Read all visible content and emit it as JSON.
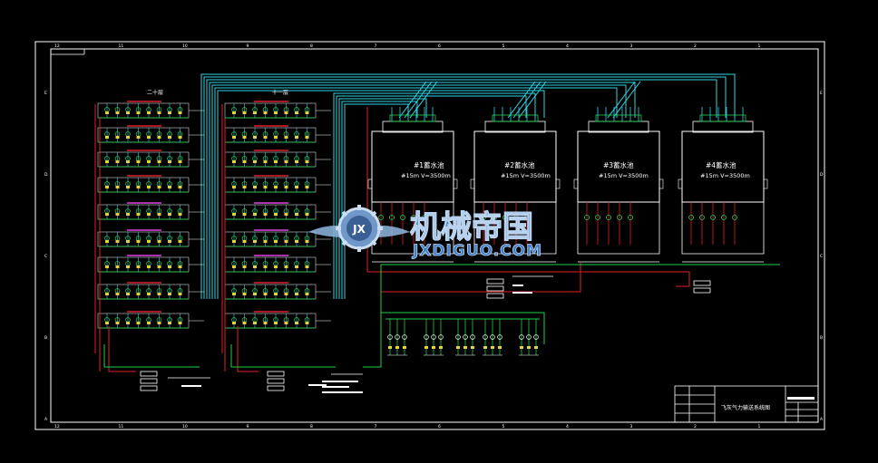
{
  "colors": {
    "background": "#000000",
    "frame": "#ffffff",
    "cyan": "#2fd5e6",
    "green": "#1fd04a",
    "red": "#e0202a",
    "magenta": "#e040e0",
    "yellow": "#e6d23a",
    "watermark_blue": "#3f7fc8"
  },
  "border_ruler": {
    "top": [
      "12",
      "11",
      "10",
      "9",
      "8",
      "7",
      "6",
      "5",
      "4",
      "3",
      "2",
      "1"
    ],
    "bottom": [
      "12",
      "11",
      "10",
      "9",
      "8",
      "7",
      "6",
      "5",
      "4",
      "3",
      "2",
      "1"
    ],
    "side": [
      "E",
      "D",
      "C",
      "B",
      "A"
    ]
  },
  "panels": [
    {
      "label": "二十层"
    },
    {
      "label": "十一层"
    }
  ],
  "tanks": [
    {
      "label": "#1蓄水池",
      "spec": "#15m V=3500m"
    },
    {
      "label": "#2蓄水池",
      "spec": "#15m V=3500m"
    },
    {
      "label": "#3蓄水池",
      "spec": "#15m V=3500m"
    },
    {
      "label": "#4蓄水池",
      "spec": "#15m V=3500m"
    }
  ],
  "title_block": {
    "drawing_title": "飞灰气力输送系统图"
  },
  "watermark": {
    "brand": "机械帝国",
    "site": "JXDIGUO.COM",
    "logo_letters": "JX"
  }
}
